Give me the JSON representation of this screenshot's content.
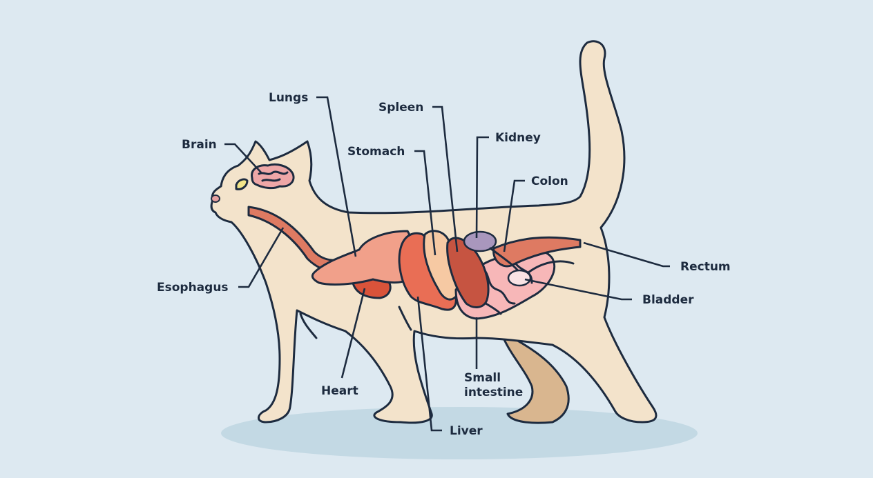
{
  "title": "Cat anatomy diagram",
  "colors": {
    "background": "#dde9f1",
    "body": "#f3e3cb",
    "inner_leg": "#d9b68f",
    "outline": "#1d2b3f",
    "shadow": "#c3d9e4",
    "label": "#1d2b3f"
  },
  "labels": {
    "lungs": "Lungs",
    "brain": "Brain",
    "esophagus": "Esophagus",
    "heart": "Heart",
    "stomach": "Stomach",
    "spleen": "Spleen",
    "kidney": "Kidney",
    "colon": "Colon",
    "rectum": "Rectum",
    "bladder": "Bladder",
    "small_intestine_1": "Small",
    "small_intestine_2": "intestine",
    "liver": "Liver"
  }
}
